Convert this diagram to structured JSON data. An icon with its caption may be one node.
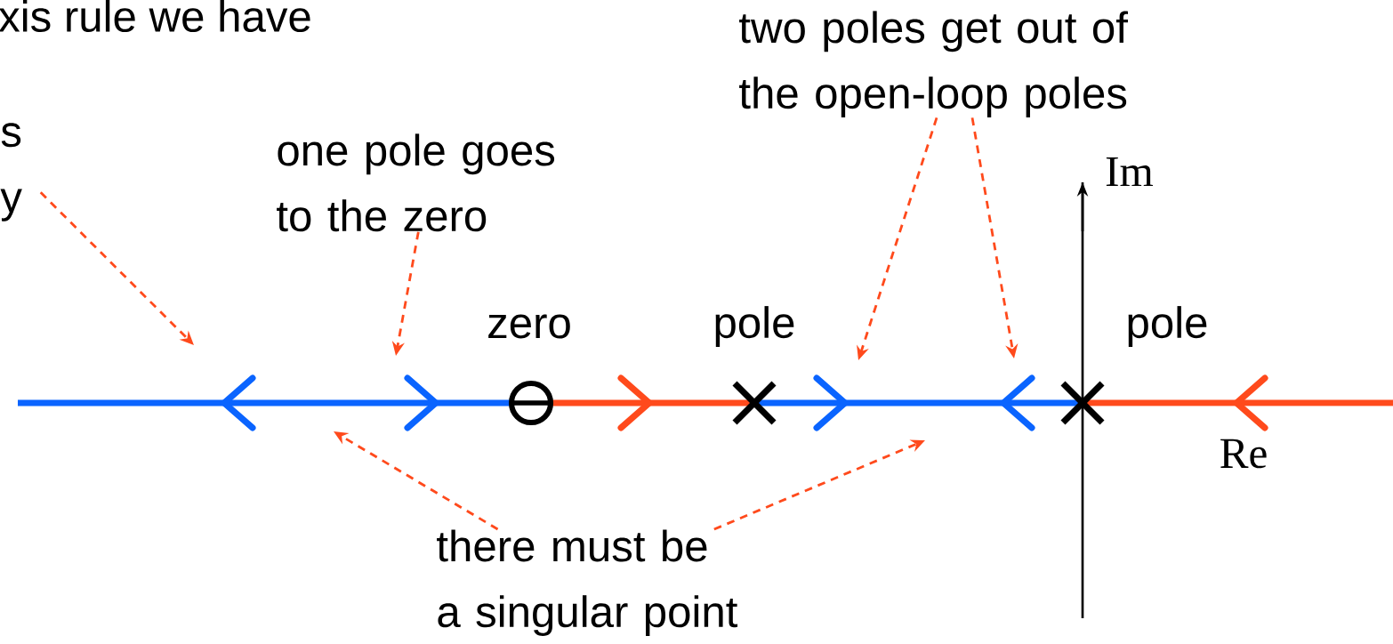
{
  "diagram": {
    "nodes": [
      {
        "text": [
          "s y"
        ]
      },
      {
        "text": [
          "one pole goes to the zero"
        ]
      },
      {
        "text": [
          "two poles get out of the open-loop poles"
        ]
      },
      {
        "text": [
          "there must be a singular point"
        ]
      }
    ],
    "edges": [
      {
        "from": 0,
        "to": null,
        "arrow": "to",
        "style": "dashed"
      },
      {
        "from": 1,
        "to": null,
        "arrow": "to",
        "style": "dashed"
      },
      {
        "from": 2,
        "to": null,
        "arrow": "to",
        "style": "dashed"
      },
      {
        "from": 2,
        "to": null,
        "arrow": "to",
        "style": "dashed"
      },
      {
        "from": 3,
        "to": null,
        "arrow": "to",
        "style": "dashed"
      },
      {
        "from": 3,
        "to": null,
        "arrow": "to",
        "style": "dashed"
      }
    ],
    "labels": [
      "xis rule we have",
      "zero",
      "pole",
      "pole",
      "Im",
      "Re"
    ]
  }
}
